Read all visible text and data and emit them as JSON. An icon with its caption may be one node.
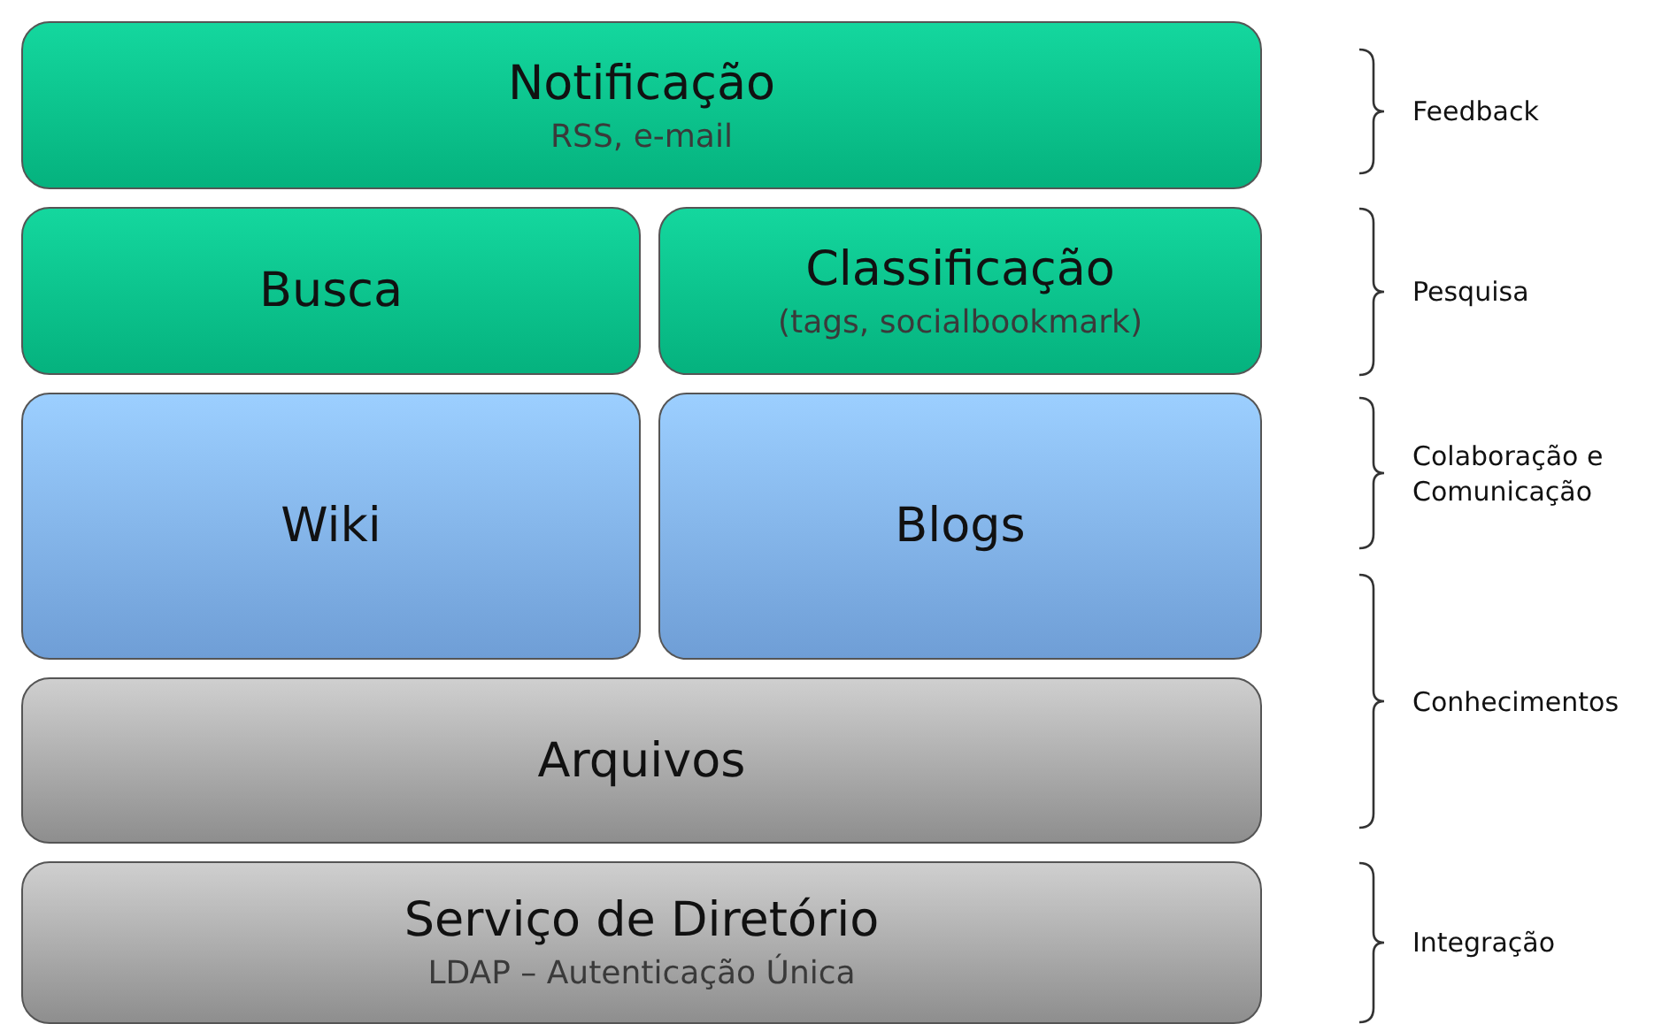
{
  "diagram": {
    "nodes": [
      {
        "text": [
          "Notificação",
          "RSS, e-mail"
        ]
      },
      {
        "text": [
          "Busca"
        ]
      },
      {
        "text": [
          "Classificação",
          "(tags, socialbookmark)"
        ]
      },
      {
        "text": [
          "Wiki"
        ]
      },
      {
        "text": [
          "Blogs"
        ]
      },
      {
        "text": [
          "Arquivos"
        ]
      },
      {
        "text": [
          "Serviço de Diretório",
          "LDAP – Autenticação Única"
        ]
      }
    ],
    "edges": [],
    "labels": [
      "Feedback",
      "Pesquisa",
      "Colaboração e Comunicação",
      "Conhecimentos",
      "Integração"
    ]
  }
}
